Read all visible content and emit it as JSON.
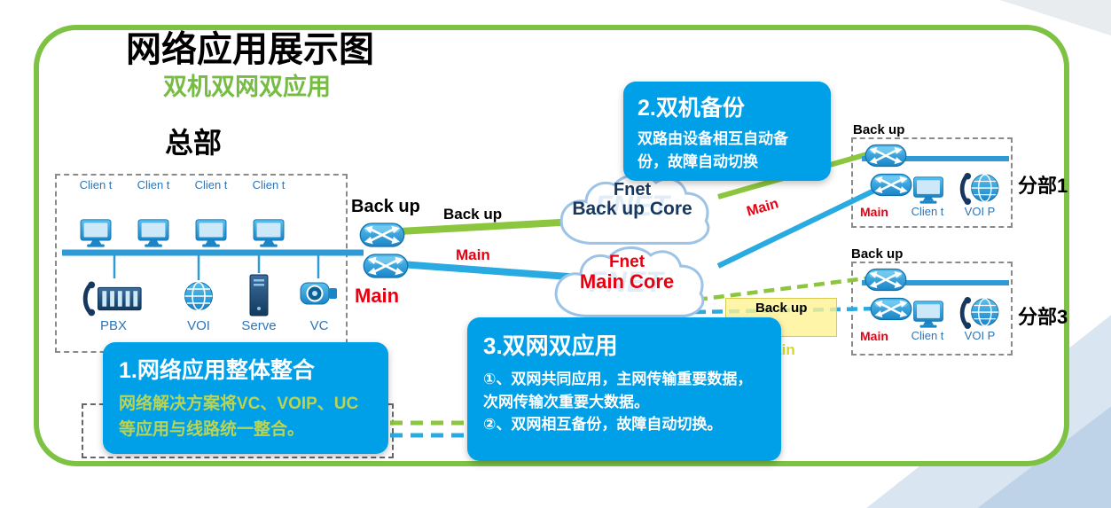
{
  "title": "网络应用展示图",
  "subtitle": "双机双网双应用",
  "hq": {
    "label": "总部",
    "devices": [
      "PBX",
      "VOI",
      "Serve",
      "VC"
    ]
  },
  "labels": {
    "backup": "Back up",
    "main": "Main",
    "client": "Clien t",
    "voip": "VOI P"
  },
  "clouds": {
    "watermark": "FNET",
    "backup": {
      "line1": "Fnet",
      "line2": "Back up Core"
    },
    "main": {
      "line1": "Fnet",
      "line2": "Main Core"
    }
  },
  "branches": [
    {
      "name": "分部1"
    },
    {
      "name": "分部3"
    }
  ],
  "callouts": {
    "c1": {
      "title": "1.网络应用整体整合",
      "body": "网络解决方案将VC、VOIP、UC等应用与线路统一整合。"
    },
    "c2": {
      "title": "2.双机备份",
      "body": "双路由设备相互自动备份，故障自动切换"
    },
    "c3": {
      "title": "3.双网双应用",
      "body1": "①、双网共同应用，主网传输重要数据，次网传输次重要大数据。",
      "body2": "②、双网相互备份，故障自动切换。"
    }
  },
  "colors": {
    "frame": "#7DC243",
    "green": "#8CC63E",
    "blue": "#29ABE2",
    "callout_blue": "#00A0E9",
    "red": "#E60012",
    "bus_blue": "#2E9BD6"
  }
}
